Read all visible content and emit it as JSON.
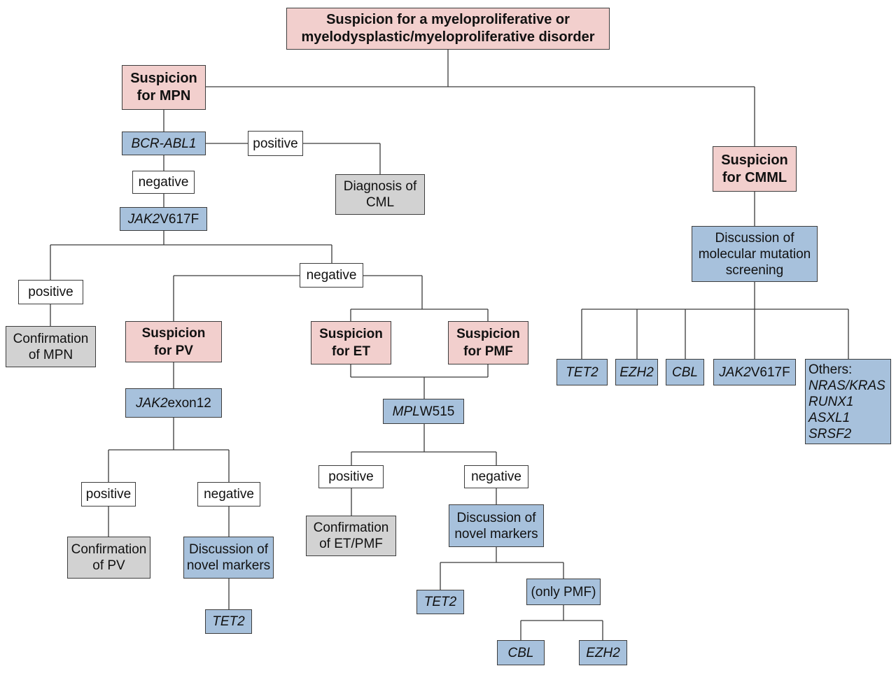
{
  "root": {
    "line1": "Suspicion for a myeloproliferative or",
    "line2": "myelodysplastic/myeloproliferative disorder"
  },
  "mpn": {
    "suspicion": {
      "line1": "Suspicion",
      "line2": "for MPN"
    },
    "bcr_abl1": "BCR-ABL1",
    "bcr_positive": "positive",
    "diagnosis_cml": {
      "line1": "Diagnosis of",
      "line2": "CML"
    },
    "bcr_negative": "negative",
    "jak2": {
      "gene": "JAK2",
      "suffix": "V617F"
    },
    "jak2_positive": "positive",
    "confirmation_mpn": {
      "line1": "Confirmation",
      "line2": "of MPN"
    },
    "jak2_negative": "negative",
    "pv": {
      "suspicion": {
        "line1": "Suspicion",
        "line2": "for PV"
      },
      "exon12": {
        "gene": "JAK2",
        "suffix": "exon12"
      },
      "positive": "positive",
      "negative": "negative",
      "confirmation": {
        "line1": "Confirmation",
        "line2": "of PV"
      },
      "discussion": {
        "line1": "Discussion of",
        "line2": "novel markers"
      },
      "tet2": "TET2"
    },
    "et": {
      "line1": "Suspicion",
      "line2": "for ET"
    },
    "pmf": {
      "line1": "Suspicion",
      "line2": "for PMF"
    },
    "mpl": {
      "gene": "MPL",
      "suffix": "W515"
    },
    "mpl_positive": "positive",
    "mpl_negative": "negative",
    "confirmation_et_pmf": {
      "line1": "Confirmation",
      "line2": "of ET/PMF"
    },
    "discussion_novel": {
      "line1": "Discussion of",
      "line2": "novel markers"
    },
    "tet2": "TET2",
    "only_pmf": "(only PMF)",
    "cbl": "CBL",
    "ezh2": "EZH2"
  },
  "cmml": {
    "suspicion": {
      "line1": "Suspicion",
      "line2": "for CMML"
    },
    "discussion": {
      "line1": "Discussion of",
      "line2": "molecular mutation",
      "line3": "screening"
    },
    "markers": {
      "tet2": "TET2",
      "ezh2": "EZH2",
      "cbl": "CBL",
      "jak2": {
        "gene": "JAK2",
        "suffix": "V617F"
      },
      "others_label": "Others:",
      "others": [
        "NRAS/KRAS",
        "RUNX1",
        "ASXL1",
        "SRSF2"
      ]
    }
  },
  "colors": {
    "suspicion": "#f2cfcd",
    "test": "#a7c1dc",
    "result": "#d2d2d2",
    "branch": "#ffffff"
  }
}
